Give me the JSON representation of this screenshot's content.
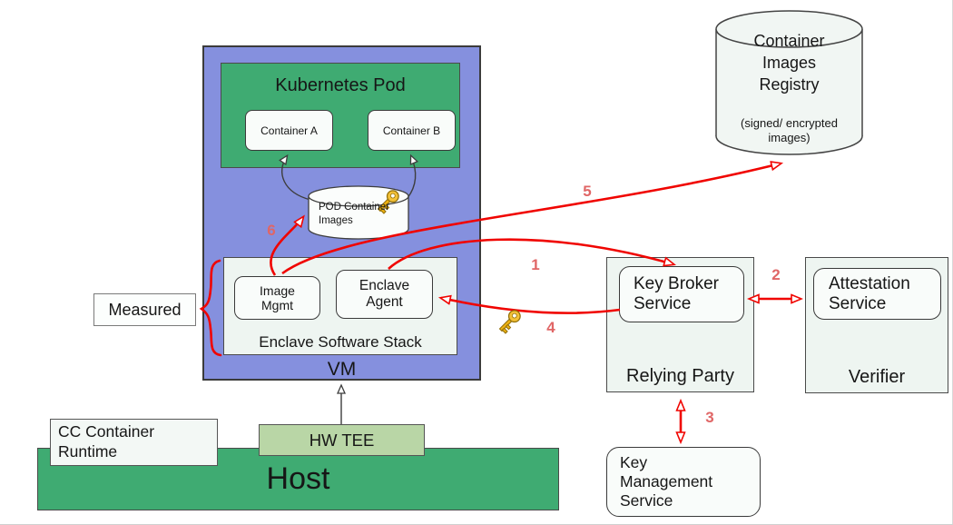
{
  "diagram": {
    "registry": {
      "title": "Container Images Registry",
      "subtitle": "(signed/ encrypted images)"
    },
    "vm": {
      "label": "VM",
      "pod": {
        "title": "Kubernetes Pod",
        "container_a": "Container A",
        "container_b": "Container B"
      },
      "pod_images": {
        "label": "POD Container Images"
      },
      "enclave_stack": {
        "label": "Enclave Software Stack",
        "image_mgmt": "Image Mgmt",
        "enclave_agent": "Enclave Agent"
      }
    },
    "measured": {
      "label": "Measured"
    },
    "host": {
      "label": "Host",
      "cc_runtime": "CC Container Runtime",
      "hw_tee": "HW TEE"
    },
    "relying_party": {
      "label": "Relying Party",
      "key_broker": "Key Broker Service"
    },
    "verifier": {
      "label": "Verifier",
      "attestation": "Attestation Service"
    },
    "kms": {
      "label": "Key Management Service"
    },
    "steps": {
      "s1": "1",
      "s2": "2",
      "s3": "3",
      "s4": "4",
      "s5": "5",
      "s6": "6"
    },
    "icons": {
      "key": "key-icon"
    },
    "colors": {
      "vm_fill": "#8590de",
      "green_fill": "#3fab72",
      "hw_tee_fill": "#b9d6a6",
      "panel_fill": "#eef5f1",
      "arrow_red": "#f00400",
      "step_red": "#e06666",
      "key_gold": "#efb211"
    }
  }
}
